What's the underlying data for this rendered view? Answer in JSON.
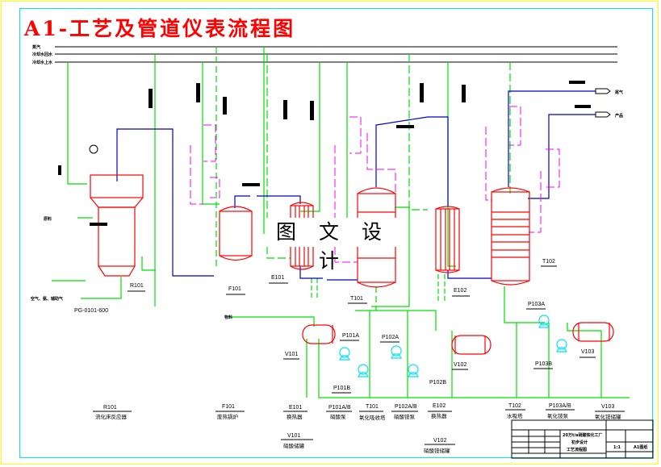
{
  "title": "A1-工艺及管道仪表流程图",
  "watermark": "图 文 设 计",
  "utility_lines": [
    {
      "label": "蒸汽"
    },
    {
      "label": "冷却水回水"
    },
    {
      "label": "冷却水上水"
    }
  ],
  "stream_labels": {
    "feed_left": "原料",
    "air_inlet": "空气、氨、辅助气",
    "outlet_top_1": "尾气",
    "outlet_top_2": "产品",
    "v101_feed": "物料"
  },
  "drawing_number": "PG-0101-600",
  "equipment_tags": {
    "R101": "R101",
    "F101": "F101",
    "E101": "E101",
    "T101": "T101",
    "E102": "E102",
    "T102": "T102",
    "V101": "V101",
    "P101A": "P101A",
    "P101B": "P101B",
    "P102A": "P102A",
    "P102B": "P102B",
    "V102": "V102",
    "P103A": "P103A",
    "P103B": "P103B",
    "V103": "V103"
  },
  "equipment_legend": [
    {
      "tag": "R101",
      "name": "流化床反应器"
    },
    {
      "tag": "F101",
      "name": "废热锅炉"
    },
    {
      "tag": "E101",
      "name": "换热器"
    },
    {
      "tag": "P101A/B",
      "name": "硝酸泵"
    },
    {
      "tag": "T101",
      "name": "氧化吸收塔"
    },
    {
      "tag": "P102A/B",
      "name": "硝酸铵泵"
    },
    {
      "tag": "E102",
      "name": "换热器"
    },
    {
      "tag": "T102",
      "name": "水吸塔"
    },
    {
      "tag": "P103A/B",
      "name": "氧化铵泵"
    },
    {
      "tag": "V103",
      "name": "氧化铵储罐"
    },
    {
      "tag": "V101",
      "name": "硝酸储罐"
    },
    {
      "tag": "V102",
      "name": "硝酸铵储罐"
    }
  ],
  "title_block": {
    "line1": "20万t/a硝酸铵化工厂",
    "line2": "初步设计",
    "line3": "工艺流程图",
    "scale": "1:1",
    "sheet": "A1图纸"
  },
  "colors": {
    "title": "#ff0000",
    "vessel": "#ff0000",
    "water_line": "#00e000",
    "process_line": "#0000cc",
    "instrument_line": "#ff00ff",
    "pump": "#00e5ee",
    "border_outer": "#ffff00",
    "border_inner": "#00e5ee"
  }
}
